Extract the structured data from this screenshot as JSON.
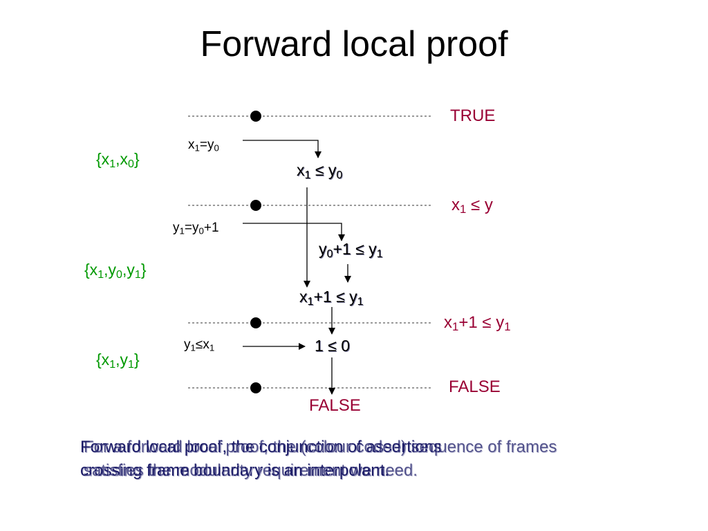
{
  "title": "Forward local proof",
  "frames": [
    {
      "assertion": "TRUE",
      "step": {
        "pre": "x",
        "s1": "1",
        "mid": "=y",
        "s2": "0",
        "post": ""
      },
      "vars": {
        "pre": "{x",
        "s1": "1",
        "a": ",x",
        "s2": "0",
        "b": "",
        "s3": "",
        "post": "}"
      }
    },
    {
      "assertion": {
        "pre": "x",
        "s1": "1",
        "post": " ≤ y"
      },
      "step": {
        "pre": "y",
        "s1": "1",
        "mid": "=y",
        "s2": "0",
        "post": "+1"
      },
      "vars": {
        "pre": "{x",
        "s1": "1",
        "a": ",y",
        "s2": "0",
        "b": ",y",
        "s3": "1",
        "post": "}"
      }
    },
    {
      "assertion": {
        "pre": "x",
        "s1": "1",
        "mid": "+1 ≤ y",
        "s2": "1"
      },
      "step": {
        "pre": "y",
        "s1": "1",
        "mid": "≤x",
        "s2": "1",
        "post": ""
      },
      "vars": {
        "pre": "{x",
        "s1": "1",
        "a": ",y",
        "s2": "1",
        "post": "}"
      }
    },
    {
      "assertion": "FALSE"
    }
  ],
  "derived": [
    {
      "pre": "x",
      "s1": "1",
      "mid": " ≤ y",
      "s2": "0"
    },
    {
      "pre": "y",
      "s1": "0",
      "mid": "+1 ≤ y",
      "s2": "1"
    },
    {
      "pre": "x",
      "s1": "1",
      "mid": "+1 ≤ y",
      "s2": "1"
    },
    {
      "text": "1 ≤ 0"
    },
    {
      "text": "FALSE"
    }
  ],
  "caption_overlap": {
    "layer_a": {
      "line1": "Forward local proof, the conjunction of assertions",
      "line2": "crossing frame boundary is an interpolant."
    },
    "layer_b": {
      "line1": "For a forward local proof, the (colour coded) sequence of frames",
      "line2": "satisfies the modularity requirement we need."
    }
  },
  "colors": {
    "assertion": "#990033",
    "variables": "#009900",
    "caption": "#1a1a66"
  }
}
